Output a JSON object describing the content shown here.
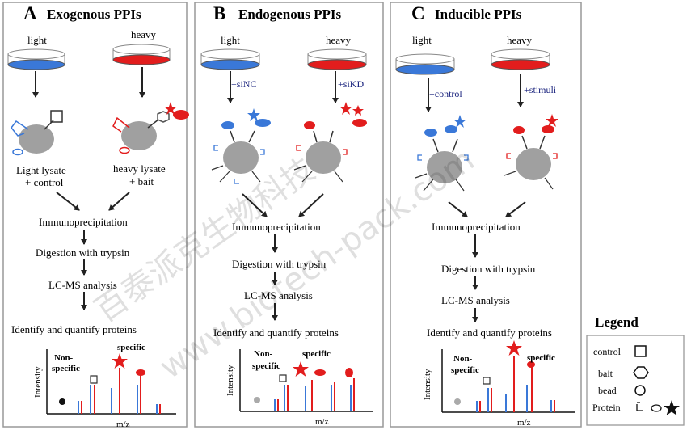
{
  "panels": [
    {
      "letter": "A",
      "title": "Exogenous PPIs",
      "light": "light",
      "heavy": "heavy",
      "lysate_light_1": "Light lysate",
      "lysate_light_2": "+ control",
      "lysate_heavy_1": "heavy lysate",
      "lysate_heavy_2": "+ bait",
      "steps": [
        "Immunoprecipitation",
        "Digestion with trypsin",
        "LC-MS analysis",
        "Identify and quantify proteins"
      ],
      "nonspecific_1": "Non-",
      "nonspecific_2": "specific",
      "specific": "specific",
      "ylabel": "Intensity",
      "xlabel": "m/z"
    },
    {
      "letter": "B",
      "title": "Endogenous PPIs",
      "light": "light",
      "heavy": "heavy",
      "treat_light": "+siNC",
      "treat_heavy": "+siKD",
      "steps": [
        "Immunoprecipitation",
        "Digestion with trypsin",
        "LC-MS analysis",
        "Identify and quantify proteins"
      ],
      "nonspecific_1": "Non-",
      "nonspecific_2": "specific",
      "specific": "specific",
      "ylabel": "Intensity",
      "xlabel": "m/z"
    },
    {
      "letter": "C",
      "title": "Inducible PPIs",
      "light": "light",
      "heavy": "heavy",
      "treat_light": "+control",
      "treat_heavy": "+stimuli",
      "steps": [
        "Immunoprecipitation",
        "Digestion with trypsin",
        "LC-MS analysis",
        "Identify and quantify proteins"
      ],
      "nonspecific_1": "Non-",
      "nonspecific_2": "specific",
      "specific": "specific",
      "ylabel": "Intensity",
      "xlabel": "m/z"
    }
  ],
  "legend": {
    "title": "Legend",
    "control": "control",
    "bait": "bait",
    "bead": "bead",
    "protein": "Protein"
  },
  "watermark": {
    "cn": "百泰派克生物科技",
    "url": "www.biotech-pack.com"
  },
  "colors": {
    "light": "#3a78d8",
    "heavy": "#e21d1d",
    "bead": "#a0a0a0",
    "arrow": "#222222"
  }
}
